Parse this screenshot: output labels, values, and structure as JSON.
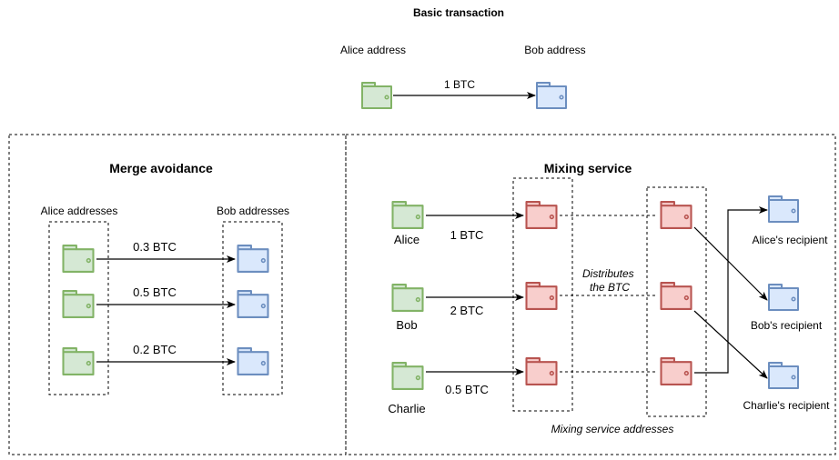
{
  "colors": {
    "green_fill": "#d5e8d4",
    "green_stroke": "#82b366",
    "blue_fill": "#dae8fc",
    "blue_stroke": "#6c8ebf",
    "red_fill": "#f8cecc",
    "red_stroke": "#b85450"
  },
  "basic": {
    "title": "Basic transaction",
    "from_label": "Alice address",
    "to_label": "Bob address",
    "amount": "1 BTC"
  },
  "merge": {
    "title": "Merge avoidance",
    "from_label": "Alice addresses",
    "to_label": "Bob addresses",
    "amounts": [
      "0.3 BTC",
      "0.5 BTC",
      "0.2 BTC"
    ]
  },
  "mixing": {
    "title": "Mixing service",
    "senders": [
      "Alice",
      "Bob",
      "Charlie"
    ],
    "amounts": [
      "1 BTC",
      "2 BTC",
      "0.5 BTC"
    ],
    "distributes_label": "Distributes\nthe BTC",
    "service_label": "Mixing service addresses",
    "recipients": [
      "Alice's recipient",
      "Bob's recipient",
      "Charlie's recipient"
    ]
  }
}
